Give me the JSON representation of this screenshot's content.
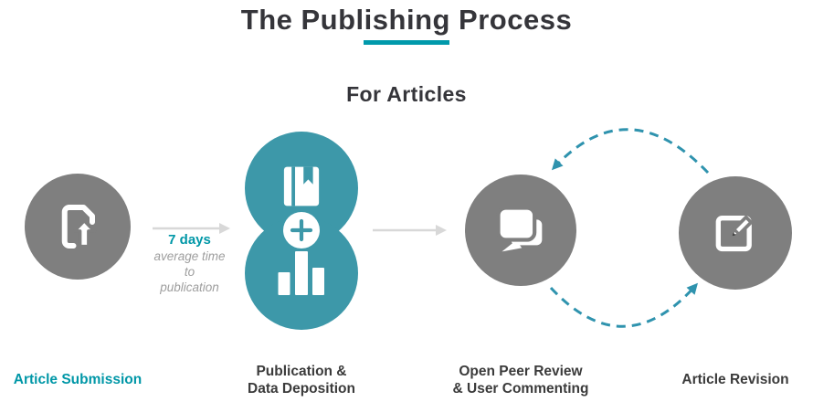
{
  "page": {
    "title": "The Publishing Process",
    "subtitle": "For Articles"
  },
  "colors": {
    "accent_teal": "#0097A7",
    "underline_teal": "#0099AB",
    "circle_teal": "#3D98A9",
    "circle_gray": "#7F7F7F",
    "flow_arrow_gray": "#D8D8D8",
    "cycle_arrow_teal": "#2F93AE",
    "text_dark": "#35353A",
    "text_muted_italic": "#9E9E9E"
  },
  "steps": [
    {
      "label": "Article Submission",
      "icon": "document-upload-icon"
    },
    {
      "label_line1": "Publication &",
      "label_line2": "Data Deposition",
      "icons": [
        "book-icon",
        "plus-icon",
        "bar-chart-icon"
      ]
    },
    {
      "label_line1": "Open Peer Review",
      "label_line2": "& User Commenting",
      "icon": "comments-icon"
    },
    {
      "label": "Article Revision",
      "icon": "edit-pencil-icon"
    }
  ],
  "transition": {
    "duration": "7 days",
    "note": "average time\nto\npublication"
  }
}
